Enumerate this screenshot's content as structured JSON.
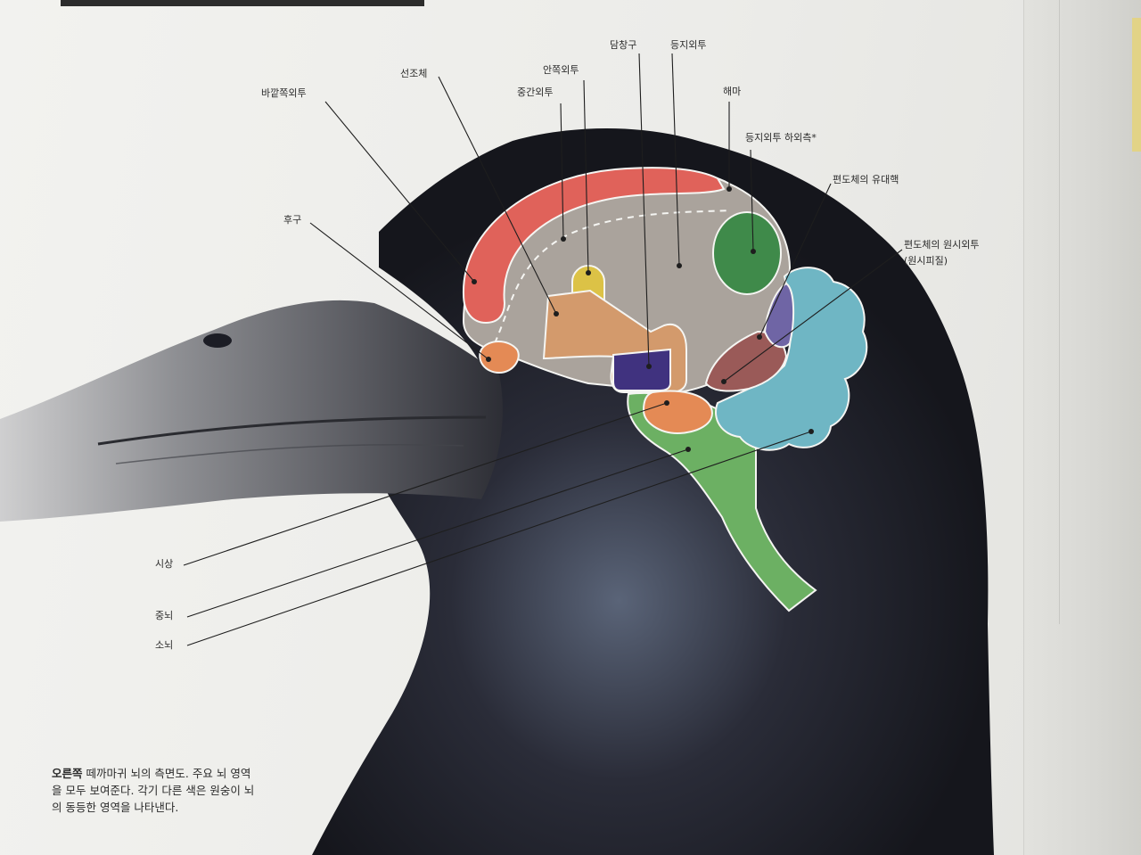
{
  "labels": {
    "outer_pallium": "바깥쪽외투",
    "striatum": "선조체",
    "medial_pallium": "안쪽외투",
    "intermediate_pallium": "중간외투",
    "pallial_sulcus": "담창구",
    "dorsal_pallium": "등지외투",
    "hippocampus": "해마",
    "dorsal_pallium_ventral": "등지외투 하외측*",
    "amygdala_nucleus": "편도체의 유대핵",
    "amygdala_paleopallium": "편도체의 원시외투",
    "amygdala_paleopallium_sub": "(원시피질)",
    "olfactory_bulb": "후구",
    "thalamus": "시상",
    "midbrain": "중뇌",
    "cerebellum": "소뇌"
  },
  "caption": {
    "lead": "오른쪽",
    "text": " 떼까마귀 뇌의 측면도. 주요 뇌 영역을 모두 보여준다. 각기 다른 색은 원숭이 뇌의 동등한 영역을 나타낸다."
  },
  "colors": {
    "outer_pallium": "#e0625a",
    "brain_base": "#aaa39c",
    "medial_pallium": "#dcc246",
    "striatum": "#d39a6c",
    "pallial_sulcus": "#40327f",
    "hippocampus": "#3f8a4a",
    "amygdala_nucleus": "#6f65a5",
    "amygdala_paleopallium": "#9a5a58",
    "cerebellum": "#6fb6c4",
    "thalamus": "#e48a55",
    "midbrain": "#6cb063",
    "olfactory_bulb": "#e48a55",
    "crow_ink": "#1c1d25"
  }
}
